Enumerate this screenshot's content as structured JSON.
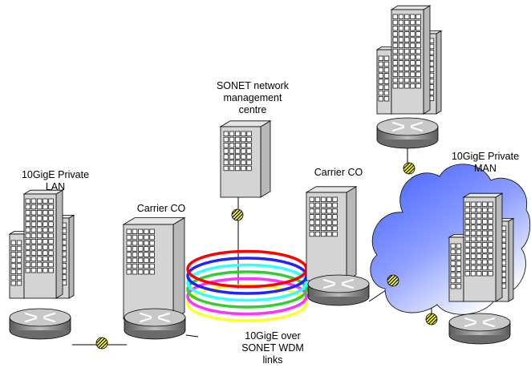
{
  "labels": {
    "lan": [
      "10GigE Private",
      "LAN"
    ],
    "carrier_co_left": "Carrier CO",
    "carrier_co_right": "Carrier CO",
    "nmc": [
      "SONET network",
      "management",
      "centre"
    ],
    "man": [
      "10GigE Private",
      "MAN"
    ],
    "links": [
      "10GigE over",
      "SONET WDM",
      "links"
    ]
  },
  "ring_colors": [
    "#ffff33",
    "#ff33ff",
    "#33cc33",
    "#33ffff",
    "#2222ff",
    "#ff0000"
  ],
  "colors": {
    "cloud": "#3d5bff",
    "building_face": "#d4d4d4",
    "building_side": "#b8b8b8",
    "router_top": "#c8c8c8",
    "link_badge": "#ffff33"
  }
}
